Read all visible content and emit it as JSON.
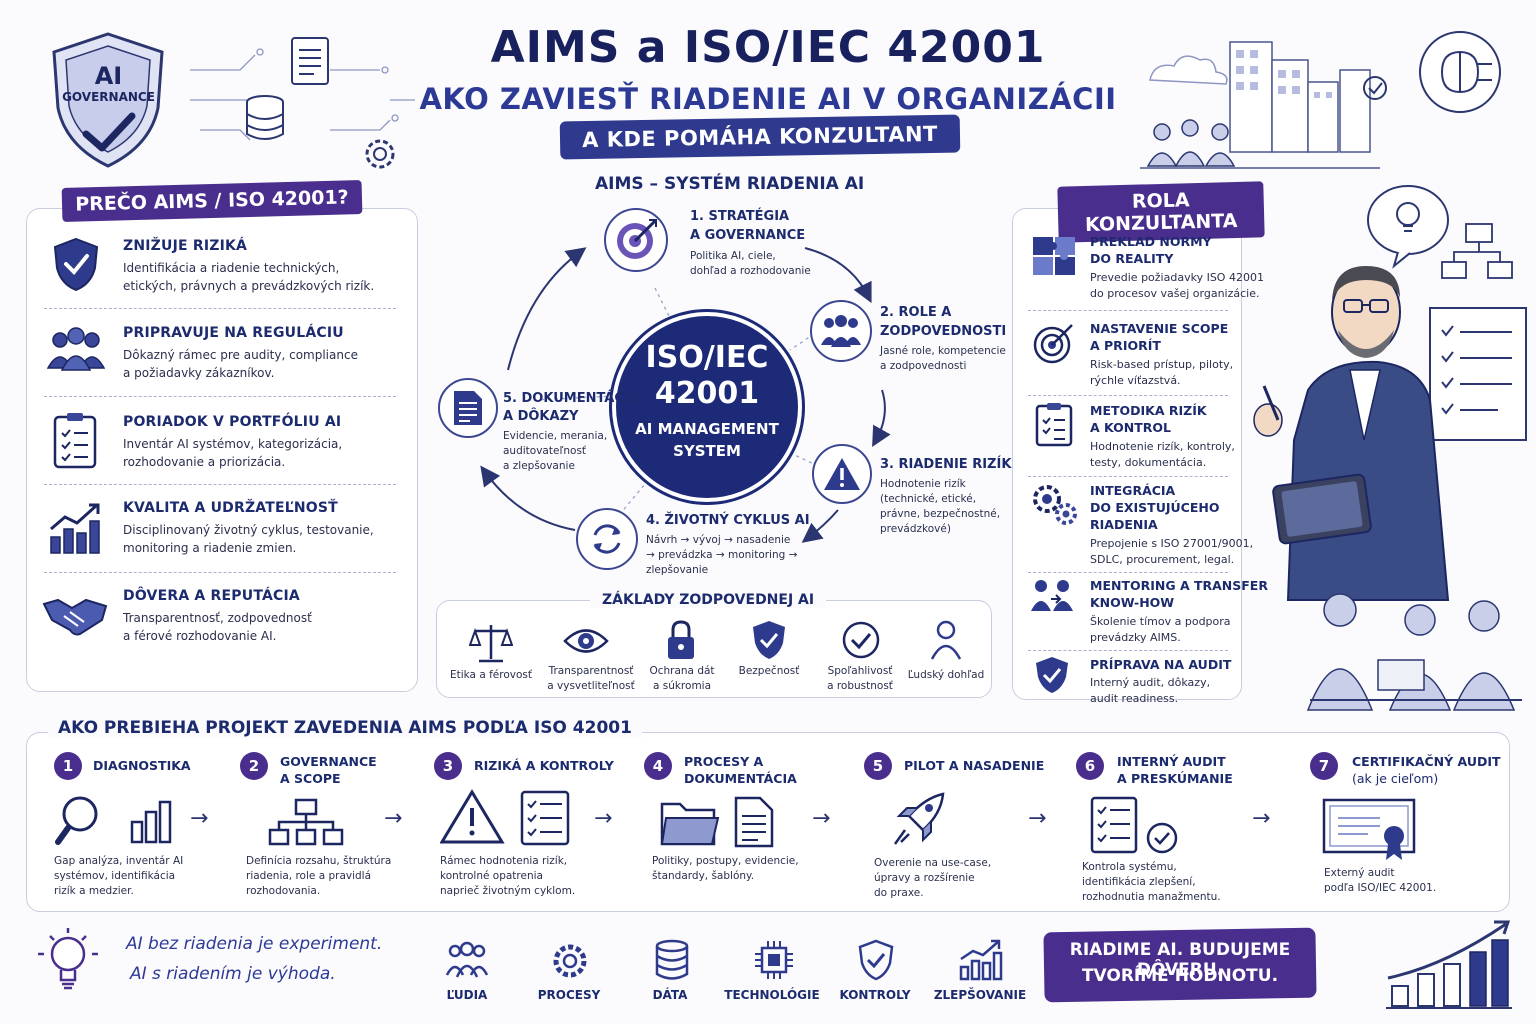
{
  "header": {
    "title": "AIMS a ISO/IEC 42001",
    "subtitle": "AKO ZAVIESŤ RIADENIE AI V ORGANIZÁCII",
    "banner": "A KDE POMÁHA KONZULTANT",
    "shield_line1": "AI",
    "shield_line2": "GOVERNANCE"
  },
  "why": {
    "ribbon": "PREČO AIMS / ISO 42001?",
    "items": [
      {
        "title": "ZNIŽUJE RIZIKÁ",
        "desc1": "Identifikácia a riadenie technických,",
        "desc2": "etických, právnych a prevádzkových rizík."
      },
      {
        "title": "PRIPRAVUJE NA REGULÁCIU",
        "desc1": "Dôkazný rámec pre audity, compliance",
        "desc2": "a požiadavky zákazníkov."
      },
      {
        "title": "PORIADOK V PORTFÓLIU AI",
        "desc1": "Inventár AI systémov, kategorizácia,",
        "desc2": "rozhodovanie a priorizácia."
      },
      {
        "title": "KVALITA A UDRŽATEĽNOSŤ",
        "desc1": "Disciplinovaný životný cyklus, testovanie,",
        "desc2": "monitoring a riadenie zmien."
      },
      {
        "title": "DÔVERA A REPUTÁCIA",
        "desc1": "Transparentnosť, zodpovednosť",
        "desc2": "a férové rozhodovanie AI."
      }
    ]
  },
  "cycle": {
    "heading": "AIMS – SYSTÉM RIADENIA AI",
    "center_line1": "ISO/IEC",
    "center_line2": "42001",
    "center_line3": "AI MANAGEMENT",
    "center_line4": "SYSTEM",
    "nodes": [
      {
        "t1": "1. STRATÉGIA",
        "t2": "A GOVERNANCE",
        "d1": "Politika AI, ciele,",
        "d2": "dohľad a rozhodovanie",
        "d3": ""
      },
      {
        "t1": "2. ROLE A",
        "t2": "ZODPOVEDNOSTI",
        "d1": "Jasné role, kompetencie",
        "d2": "a zodpovednosti",
        "d3": ""
      },
      {
        "t1": "3. RIADENIE RIZÍK AI",
        "t2": "",
        "d1": "Hodnotenie rizík",
        "d2": "(technické, etické,",
        "d3": "právne, bezpečnostné,",
        "d4": "prevádzkové)"
      },
      {
        "t1": "4. ŽIVOTNÝ CYKLUS AI",
        "t2": "",
        "d1": "Návrh → vývoj → nasadenie",
        "d2": "→ prevádzka → monitoring →",
        "d3": "zlepšovanie"
      },
      {
        "t1": "5. DOKUMENTÁCIA",
        "t2": "A DÔKAZY",
        "d1": "Evidencie, merania,",
        "d2": "auditovateľnosť",
        "d3": "a zlepšovanie"
      }
    ]
  },
  "foundations": {
    "heading": "ZÁKLADY ZODPOVEDNEJ AI",
    "items": [
      {
        "l1": "Etika a férovosť",
        "l2": ""
      },
      {
        "l1": "Transparentnosť",
        "l2": "a vysvetliteľnosť"
      },
      {
        "l1": "Ochrana dát",
        "l2": "a súkromia"
      },
      {
        "l1": "Bezpečnosť",
        "l2": ""
      },
      {
        "l1": "Spoľahlivosť",
        "l2": "a robustnosť"
      },
      {
        "l1": "Ľudský dohľad",
        "l2": ""
      }
    ]
  },
  "consultant": {
    "ribbon": "ROLA KONZULTANTA",
    "items": [
      {
        "t1": "PREKLAD NORMY",
        "t2": "DO REALITY",
        "t3": "",
        "d1": "Prevedie požiadavky ISO 42001",
        "d2": "do procesov vašej organizácie."
      },
      {
        "t1": "NASTAVENIE SCOPE",
        "t2": "A PRIORÍT",
        "t3": "",
        "d1": "Risk-based prístup, piloty,",
        "d2": "rýchle víťazstvá."
      },
      {
        "t1": "METODIKA RIZÍK",
        "t2": "A KONTROL",
        "t3": "",
        "d1": "Hodnotenie rizík, kontroly,",
        "d2": "testy, dokumentácia."
      },
      {
        "t1": "INTEGRÁCIA",
        "t2": "DO EXISTUJÚCEHO",
        "t3": "RIADENIA",
        "d1": "Prepojenie s ISO 27001/9001,",
        "d2": "SDLC, procurement, legal."
      },
      {
        "t1": "MENTORING A TRANSFER",
        "t2": "KNOW-HOW",
        "t3": "",
        "d1": "Školenie tímov a podpora",
        "d2": "prevádzky AIMS."
      },
      {
        "t1": "PRÍPRAVA NA AUDIT",
        "t2": "",
        "t3": "",
        "d1": "Interný audit, dôkazy,",
        "d2": "audit readiness."
      }
    ]
  },
  "project": {
    "heading": "AKO PREBIEHA PROJEKT ZAVEDENIA AIMS PODĽA ISO 42001",
    "steps": [
      {
        "num": "1",
        "t1": "DIAGNOSTIKA",
        "t2": "",
        "d1": "Gap analýza, inventár AI",
        "d2": "systémov, identifikácia",
        "d3": "rizík a medzier."
      },
      {
        "num": "2",
        "t1": "GOVERNANCE",
        "t2": "A SCOPE",
        "d1": "Definícia rozsahu, štruktúra",
        "d2": "riadenia, role a pravidlá",
        "d3": "rozhodovania."
      },
      {
        "num": "3",
        "t1": "RIZIKÁ A KONTROLY",
        "t2": "",
        "d1": "Rámec hodnotenia rizík,",
        "d2": "kontrolné opatrenia",
        "d3": "naprieč životným cyklom."
      },
      {
        "num": "4",
        "t1": "PROCESY A",
        "t2": "DOKUMENTÁCIA",
        "d1": "Politiky, postupy, evidencie,",
        "d2": "štandardy, šablóny.",
        "d3": ""
      },
      {
        "num": "5",
        "t1": "PILOT A NASADENIE",
        "t2": "",
        "d1": "Overenie na use-case,",
        "d2": "úpravy a rozšírenie",
        "d3": "do praxe."
      },
      {
        "num": "6",
        "t1": "INTERNÝ AUDIT",
        "t2": "A PRESKÚMANIE",
        "d1": "Kontrola systému,",
        "d2": "identifikácia zlepšení,",
        "d3": "rozhodnutia manažmentu."
      },
      {
        "num": "7",
        "t1": "CERTIFIKAČNÝ AUDIT",
        "t2": "(ak je cieľom)",
        "d1": "Externý audit",
        "d2": "podľa ISO/IEC 42001.",
        "d3": ""
      }
    ]
  },
  "footer": {
    "quote1": "AI bez riadenia je experiment.",
    "quote2": "AI s riadením je  výhoda.",
    "pillars": [
      "ĽUDIA",
      "PROCESY",
      "DÁTA",
      "TECHNOLÓGIE",
      "KONTROLY",
      "ZLEPŠOVANIE"
    ],
    "slogan1": "RIADIME AI. BUDUJEME DÔVERU.",
    "slogan2": "TVORÍME HODNOTU."
  }
}
